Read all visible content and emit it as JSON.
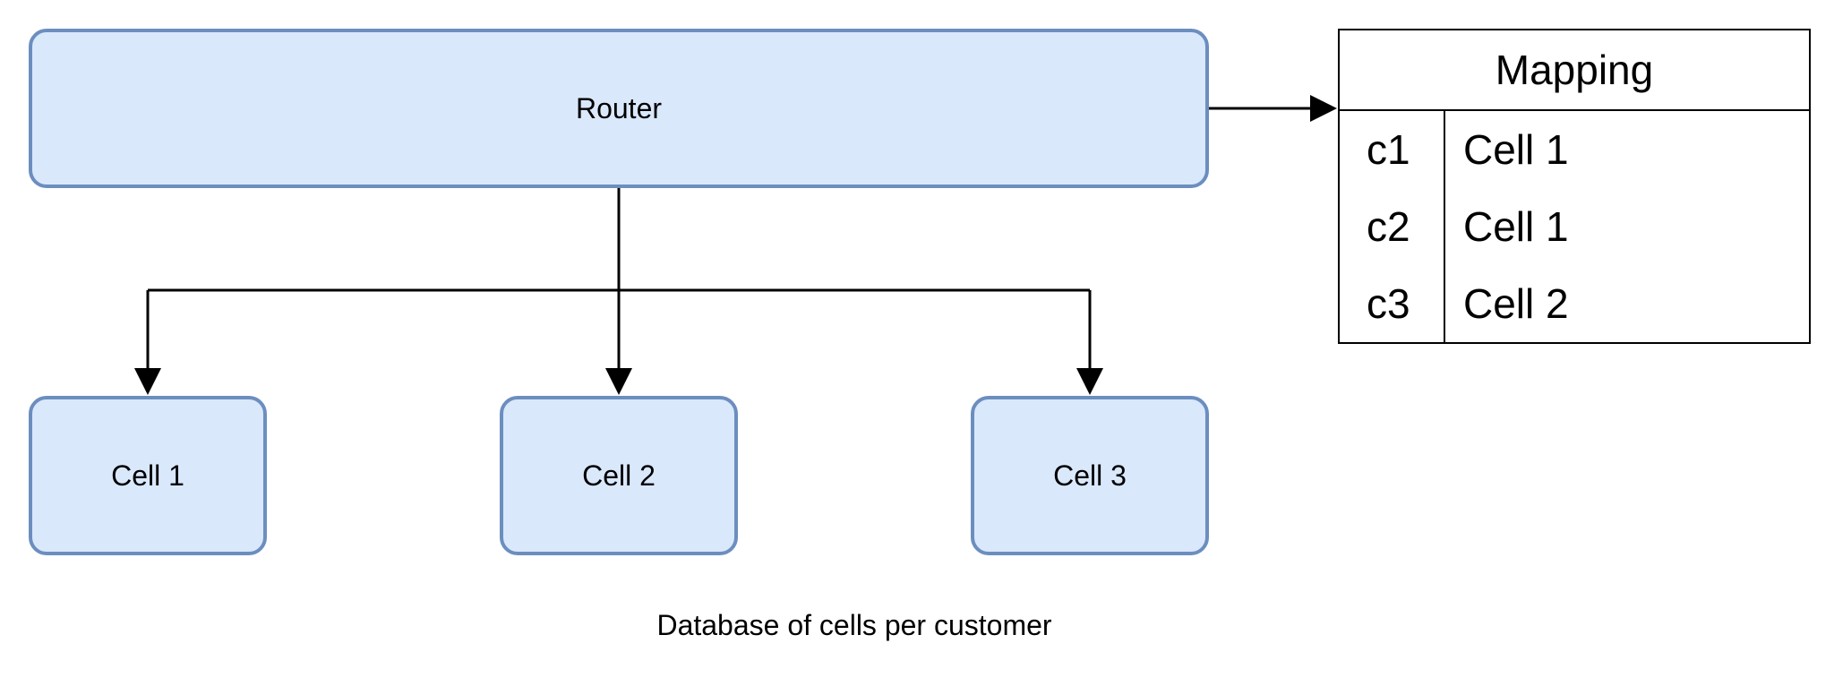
{
  "nodes": {
    "router": "Router",
    "cell1": "Cell 1",
    "cell2": "Cell 2",
    "cell3": "Cell 3"
  },
  "mapping": {
    "title": "Mapping",
    "rows": [
      {
        "key": "c1",
        "value": "Cell 1"
      },
      {
        "key": "c2",
        "value": "Cell 1"
      },
      {
        "key": "c3",
        "value": "Cell 2"
      }
    ]
  },
  "caption": "Database of cells per customer",
  "colors": {
    "node_fill": "#dae8fc",
    "node_stroke": "#6c8ebf",
    "line": "#000000"
  }
}
